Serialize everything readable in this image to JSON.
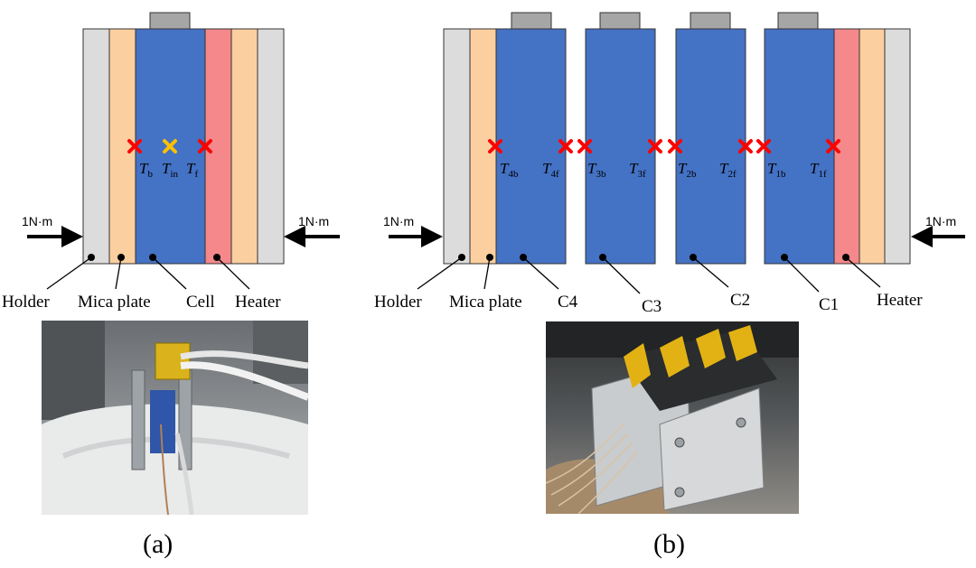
{
  "colors": {
    "holder": "#dcdcdc",
    "mica": "#fbcf9f",
    "cell": "#4472c4",
    "heater": "#f4888b",
    "tab": "#a6a6a6",
    "marker_surface": "#ff0000",
    "marker_inner": "#ffc000"
  },
  "panel_a": {
    "torque_left": "1N·m",
    "torque_right": "1N·m",
    "temps": [
      {
        "sym": "T",
        "sub": "b"
      },
      {
        "sym": "T",
        "sub": "in"
      },
      {
        "sym": "T",
        "sub": "f"
      }
    ],
    "labels": {
      "holder": "Holder",
      "mica": "Mica plate",
      "cell": "Cell",
      "heater": "Heater"
    },
    "caption": "(a)",
    "photo_icon": "single-cell-fixture-photo"
  },
  "panel_b": {
    "torque_left": "1N·m",
    "torque_right": "1N·m",
    "temps": [
      {
        "sym": "T",
        "sub": "4b"
      },
      {
        "sym": "T",
        "sub": "4f"
      },
      {
        "sym": "T",
        "sub": "3b"
      },
      {
        "sym": "T",
        "sub": "3f"
      },
      {
        "sym": "T",
        "sub": "2b"
      },
      {
        "sym": "T",
        "sub": "2f"
      },
      {
        "sym": "T",
        "sub": "1b"
      },
      {
        "sym": "T",
        "sub": "1f"
      }
    ],
    "labels": {
      "holder": "Holder",
      "mica": "Mica plate",
      "c4": "C4",
      "c3": "C3",
      "c2": "C2",
      "c1": "C1",
      "heater": "Heater"
    },
    "caption": "(b)",
    "photo_icon": "four-cell-module-photo"
  }
}
